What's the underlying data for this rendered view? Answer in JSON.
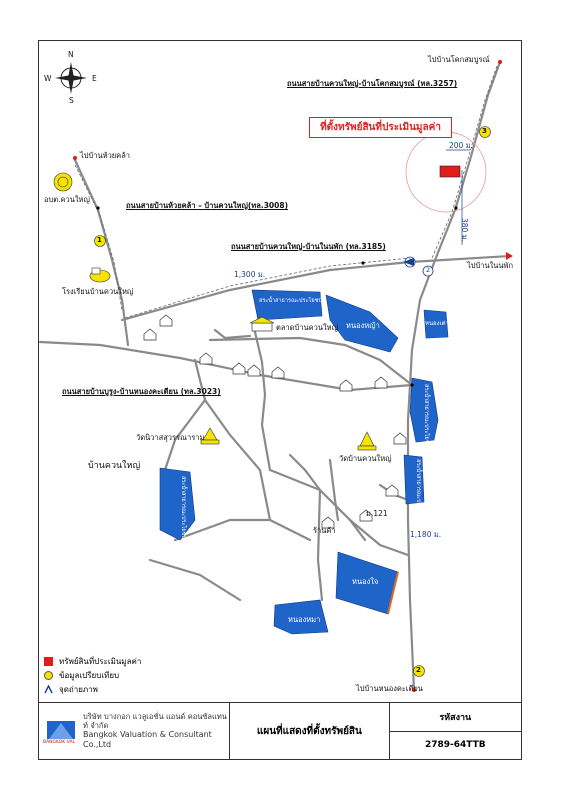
{
  "compass": {
    "n": "N",
    "s": "S",
    "e": "E",
    "w": "W"
  },
  "subject_label": "ที่ตั้งทรัพย์สินที่ประเมินมูลค่า",
  "roads": {
    "road_3257": "ถนนสายบ้านควนใหญ่-บ้านโคกสมบูรณ์ (ทล.3257)",
    "road_3008": "ถนนสายบ้านห้วยคล้า – บ้านควนใหญ่(ทล.3008)",
    "road_3185": "ถนนสายบ้านควนใหญ่-บ้านในนพัก (ทล.3185)",
    "road_3023": "ถนนสายบ้านบูรูง-บ้านหนองคะเตียน (ทล.3023)"
  },
  "destinations": {
    "kok_somboon": "ไปบ้านโคกสมบูรณ์",
    "huay_khla": "ไปบ้านห้วยคล้า",
    "nai_phak": "ไปบ้านในนพัก",
    "nong_khatian": "ไปบ้านหนองคะเตียน"
  },
  "distances": {
    "d200": "200 ม.",
    "d1300": "1,300 ม.",
    "d380": "380 ม.",
    "d1180": "1,180 ม."
  },
  "places": {
    "obt": "อบต.ควนใหญ่",
    "school": "โรงเรียนบ้านควนใหญ่",
    "market": "ตลาดบ้านควนใหญ่",
    "wat_suwan": "วัดนิวาสสุวรรณาราม",
    "wat_khuan": "วัดบ้านควนใหญ่",
    "village": "บ้านควนใหญ่",
    "store": "ร้านค้า",
    "moo121": "ม.121"
  },
  "ponds": {
    "p1": "สระน้ำสาธารณะประโยชน์",
    "p2": "หนองหญ้า",
    "p3": "หนองเต่า",
    "p4": "สระน้ำสาธารณะประโยชน์",
    "p5": "สระน้ำสาธารณะประโยชน์",
    "p6": "หนองใจ",
    "p7": "หนองหมา"
  },
  "markers": {
    "m1": "1",
    "m2": "2",
    "m3": "3"
  },
  "legend": {
    "subject": "ทรัพย์สินที่ประเมินมูลค่า",
    "comparison": "ข้อมูลเปรียบเทียบ",
    "photo": "จุดถ่ายภาพ"
  },
  "colors": {
    "water": "#1f64c8",
    "subject": "#e21b1b",
    "marker": "#f6e400",
    "road": "#8a8a8a"
  },
  "footer": {
    "company_th": "บริษัท บางกอก แวลูเอชั่น แอนด์ คอนซัลแทนท์ จำกัด",
    "company_en": "Bangkok Valuation & Consultant Co.,Ltd",
    "logo_text": "BANGKOK VAL",
    "map_title": "แผนที่แสดงที่ตั้งทรัพย์สิน",
    "code_label": "รหัสงาน",
    "code_value": "2789-64TTB"
  }
}
